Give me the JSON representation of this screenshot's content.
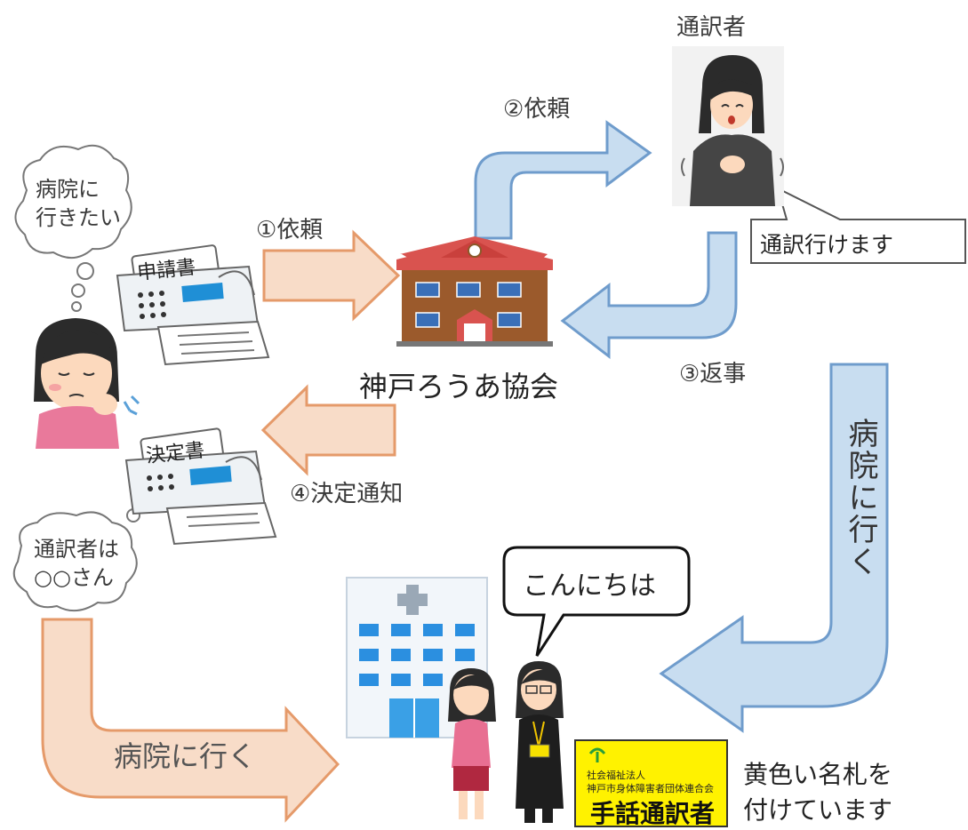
{
  "labels": {
    "interpreter_title": "通訳者",
    "step2": "②依頼",
    "step1": "①依頼",
    "step3": "③返事",
    "step4": "④決定通知",
    "association": "神戸ろうあ協会",
    "go_hospital_vertical": "病院に行く",
    "go_hospital_horizontal": "病院に行く",
    "yellow_tag_note": "黄色い名札を\n付けています"
  },
  "bubbles": {
    "want_hospital": "病院に\n行きたい",
    "interpreter_is": "通訳者は\n○○さん",
    "can_go": "通訳行けます",
    "hello": "こんにちは"
  },
  "documents": {
    "application": "申請書",
    "decision": "決定書"
  },
  "badge": {
    "org_line1": "社会福祉法人",
    "org_line2": "神戸市身体障害者団体連合会",
    "title": "手話通訳者"
  },
  "colors": {
    "orange_arrow_fill": "#f8dcc8",
    "orange_arrow_stroke": "#e59a6a",
    "blue_arrow_fill": "#c8ddf0",
    "blue_arrow_stroke": "#6f9ccc",
    "badge_yellow": "#fff200"
  }
}
